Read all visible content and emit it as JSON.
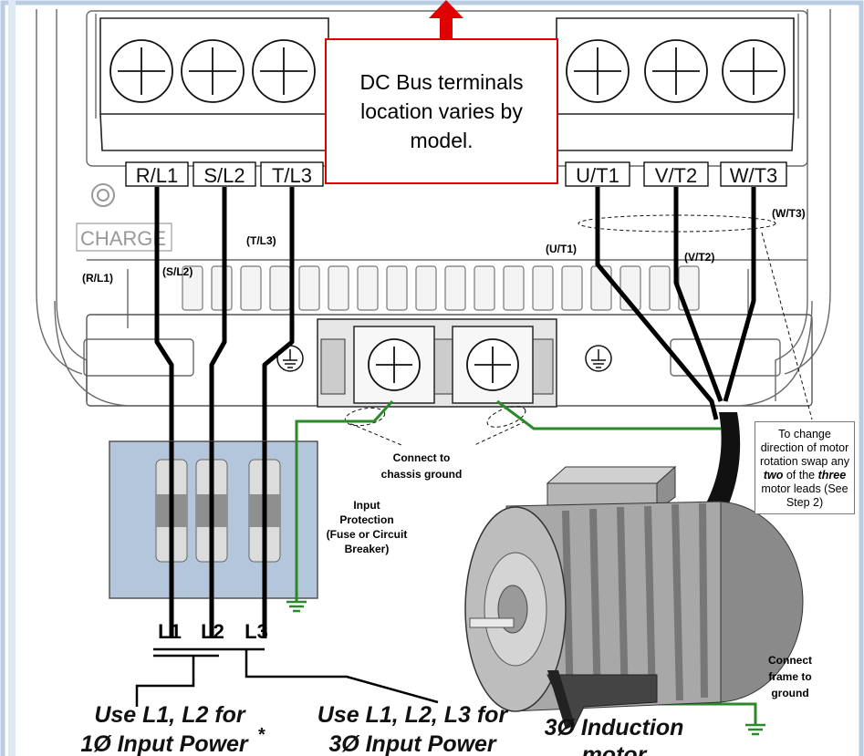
{
  "colors": {
    "callout_border": "#e00000",
    "ground_wire": "#2a8a2a",
    "frame_border": "#b8cce4",
    "protection_box": "#b4c6dc"
  },
  "callout": {
    "text": "DC Bus terminals location varies by model."
  },
  "terminals": [
    "R/L1",
    "S/L2",
    "T/L3",
    "U/T1",
    "V/T2",
    "W/T3"
  ],
  "charge_label": "CHARGE",
  "wire_labels": {
    "rl1": "(R/L1)",
    "sl2": "(S/L2)",
    "tl3": "(T/L3)",
    "ut1": "(U/T1)",
    "vt2": "(V/T2)",
    "wt3": "(W/T3)"
  },
  "connect_chassis": [
    "Connect to",
    "chassis ground"
  ],
  "input_protection": [
    "Input",
    "Protection",
    "(Fuse or Circuit",
    "Breaker)"
  ],
  "lines": [
    "L1",
    "L2",
    "L3"
  ],
  "single_phase": [
    "Use L1, L2 for",
    "1Ø Input Power"
  ],
  "asterisk": "*",
  "three_phase": [
    "Use L1, L2, L3 for",
    "3Ø Input Power"
  ],
  "motor_label": [
    "3Ø Induction",
    "motor"
  ],
  "connect_frame": [
    "Connect",
    "frame to",
    "ground"
  ],
  "rotation_note": {
    "line1": "To change direction of motor rotation swap any",
    "two": "two",
    "line2": "of the",
    "three": "three",
    "line3": "motor leads (See Step 2)"
  }
}
